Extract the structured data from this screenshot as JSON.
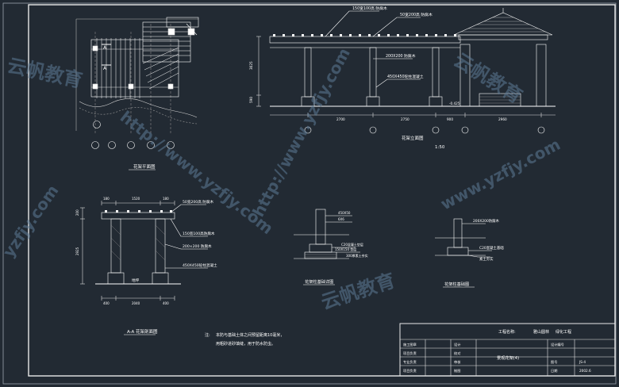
{
  "labels": {
    "plan_title": "花架平面图",
    "elevation_title": "花架立面图",
    "section_title": "A-A 花架剖面图",
    "post_base_title": "花架柱基础详图",
    "footing_title": "花架柱基础图",
    "elev_scale": "1:50",
    "plan_axis_a_top": "A",
    "plan_axis_a_bottom": "A"
  },
  "elevation": {
    "callouts": [
      "150宽100高 防腐木",
      "50宽200高 防腐木",
      "200X200 防腐木",
      "450X450砼柱混凝土"
    ],
    "dims_bottom": [
      "2700",
      "2750",
      "900",
      "2960"
    ],
    "dims_left": [
      "3025",
      "590"
    ],
    "level_mark": "-0.425"
  },
  "section": {
    "callouts": [
      "50宽200高 防腐木",
      "150宽100高防腐木",
      "200×200 防腐木",
      "450X450砼柱混凝土"
    ],
    "dims_top": [
      "180",
      "1520",
      "180"
    ],
    "dims_bottom": [
      "400",
      "2040",
      "400"
    ],
    "dims_left": [
      "200",
      "2925"
    ],
    "ground_label": "地坪"
  },
  "post_base": {
    "callouts": [
      "450X50",
      "6X6",
      "C20混凝土垫层",
      "300厚素土夯实",
      "150X150 垫层"
    ]
  },
  "footing": {
    "callouts": [
      "200X200防腐木",
      "C20混凝土基础",
      "素土夯实"
    ]
  },
  "notes": {
    "prefix": "注:",
    "line1": "本防与基础土体之间预留距离10毫米，",
    "line2": "用粗砂进砂填缝，用于防水防虫。"
  },
  "title_block": {
    "project_label": "工程名称:",
    "project_name": "雅山圆林",
    "project_name2": "绿化工程",
    "drawing_name": "景观花架(4)",
    "rows_left": [
      "施工图章",
      "项目负责",
      "专业负责",
      "项目负责"
    ],
    "rows_mid": [
      "设计",
      "校对",
      "审核",
      "制图"
    ],
    "rows_right": [
      "设计编号",
      "图号",
      "日期"
    ],
    "values_right": [
      "",
      "JS-4",
      "2002.6"
    ]
  },
  "watermarks": [
    "http://www.yzfjy.com",
    "http://www.yzfjy.com",
    "云帆教育",
    "云帆教育",
    "www.yzfjy.com",
    "云帆教育",
    "yzfjy.com"
  ]
}
